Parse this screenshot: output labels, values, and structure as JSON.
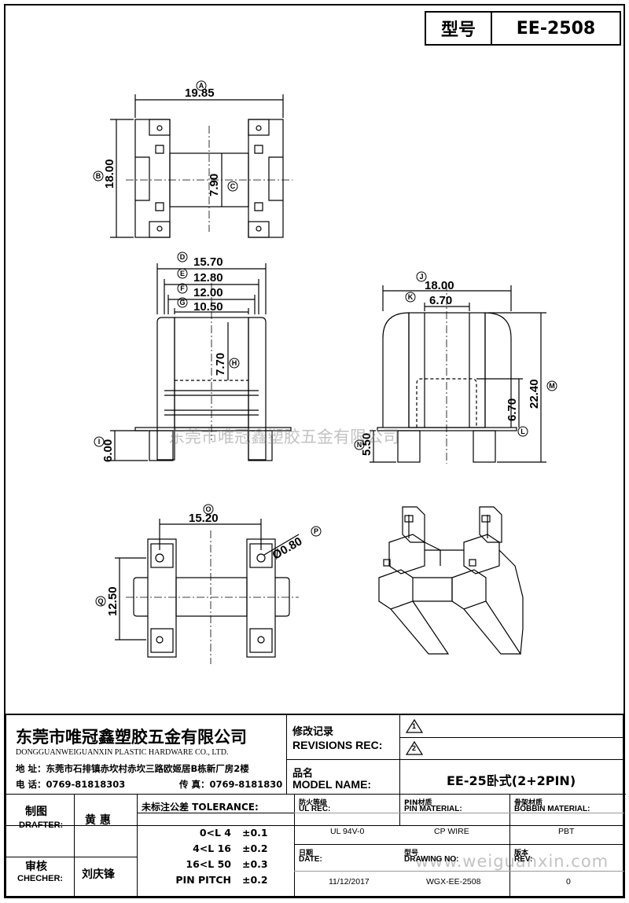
{
  "header": {
    "model_label": "型号",
    "model_value": "EE-2508"
  },
  "views": {
    "top": {
      "dim_A": "19.85",
      "dim_B": "18.00",
      "dim_C": "7.90",
      "tag_A": "A",
      "tag_B": "B",
      "tag_C": "C"
    },
    "front": {
      "dim_D": "15.70",
      "dim_E": "12.80",
      "dim_F": "12.00",
      "dim_G": "10.50",
      "dim_H": "7.70",
      "dim_I": "6.00",
      "tag_D": "D",
      "tag_E": "E",
      "tag_F": "F",
      "tag_G": "G",
      "tag_H": "H",
      "tag_I": "I"
    },
    "side": {
      "dim_J": "18.00",
      "dim_K": "6.70",
      "dim_L": "6.70",
      "dim_M": "22.40",
      "dim_N": "5.50",
      "tag_J": "J",
      "tag_K": "K",
      "tag_L": "L",
      "tag_M": "M",
      "tag_N": "N"
    },
    "bottom": {
      "dim_O": "15.20",
      "dim_P": "Ø0.80",
      "dim_Q": "12.50",
      "tag_O": "O",
      "tag_P": "P",
      "tag_Q": "Q"
    }
  },
  "watermark_cn": "东莞市唯冠鑫塑胶五金有限公司",
  "watermark_url": "www.weiguanxin.com",
  "title_block": {
    "company_cn": "东莞市唯冠鑫塑胶五金有限公司",
    "company_en": "DONGGUANWEIGUANXIN PLASTIC HARDWARE CO., LTD.",
    "address": "地  址：东莞市石排镇赤坎村赤坎三路欧姬居B栋新厂房2楼",
    "phone": "电  话：0769-81818303",
    "fax": "传  真：0769-8181830",
    "revisions_cn": "修改记录",
    "revisions_en": "REVISIONS REC:",
    "rev1": "1",
    "rev2": "2",
    "model_name_cn": "品名",
    "model_name_en": "MODEL NAME:",
    "model_name_value": "EE-25卧式(2+2PIN)",
    "drafter_cn": "制图",
    "drafter_en": "DRAFTER:",
    "drafter_name": "黄  惠",
    "checker_cn": "审核",
    "checker_en": "CHECHER:",
    "checker_name": "刘庆锋",
    "tolerance_title": "未标注公差 TOLERANCE:",
    "tolerances": [
      {
        "range": "0<L  4",
        "value": "±0.1"
      },
      {
        "range": "4<L  16",
        "value": "±0.2"
      },
      {
        "range": "16<L  50",
        "value": "±0.3"
      },
      {
        "range": "PIN PITCH",
        "value": "±0.2"
      }
    ],
    "ul_cn": "防火等级",
    "ul_en": "UL REC:",
    "ul_value": "UL 94V-0",
    "pin_cn": "PIN材质",
    "pin_en": "PIN MATERIAL:",
    "pin_value": "CP WIRE",
    "bobbin_cn": "骨架材质",
    "bobbin_en": "BOBBIN MATERIAL:",
    "bobbin_value": "PBT",
    "date_cn": "日期",
    "date_en": "DATE:",
    "date_value": "11/12/2017",
    "drawing_cn": "型号",
    "drawing_en": "DRAWING NO:",
    "drawing_value": "WGX-EE-2508",
    "rev_cn": "版本",
    "rev_en": "REV:",
    "rev_value": "0"
  }
}
